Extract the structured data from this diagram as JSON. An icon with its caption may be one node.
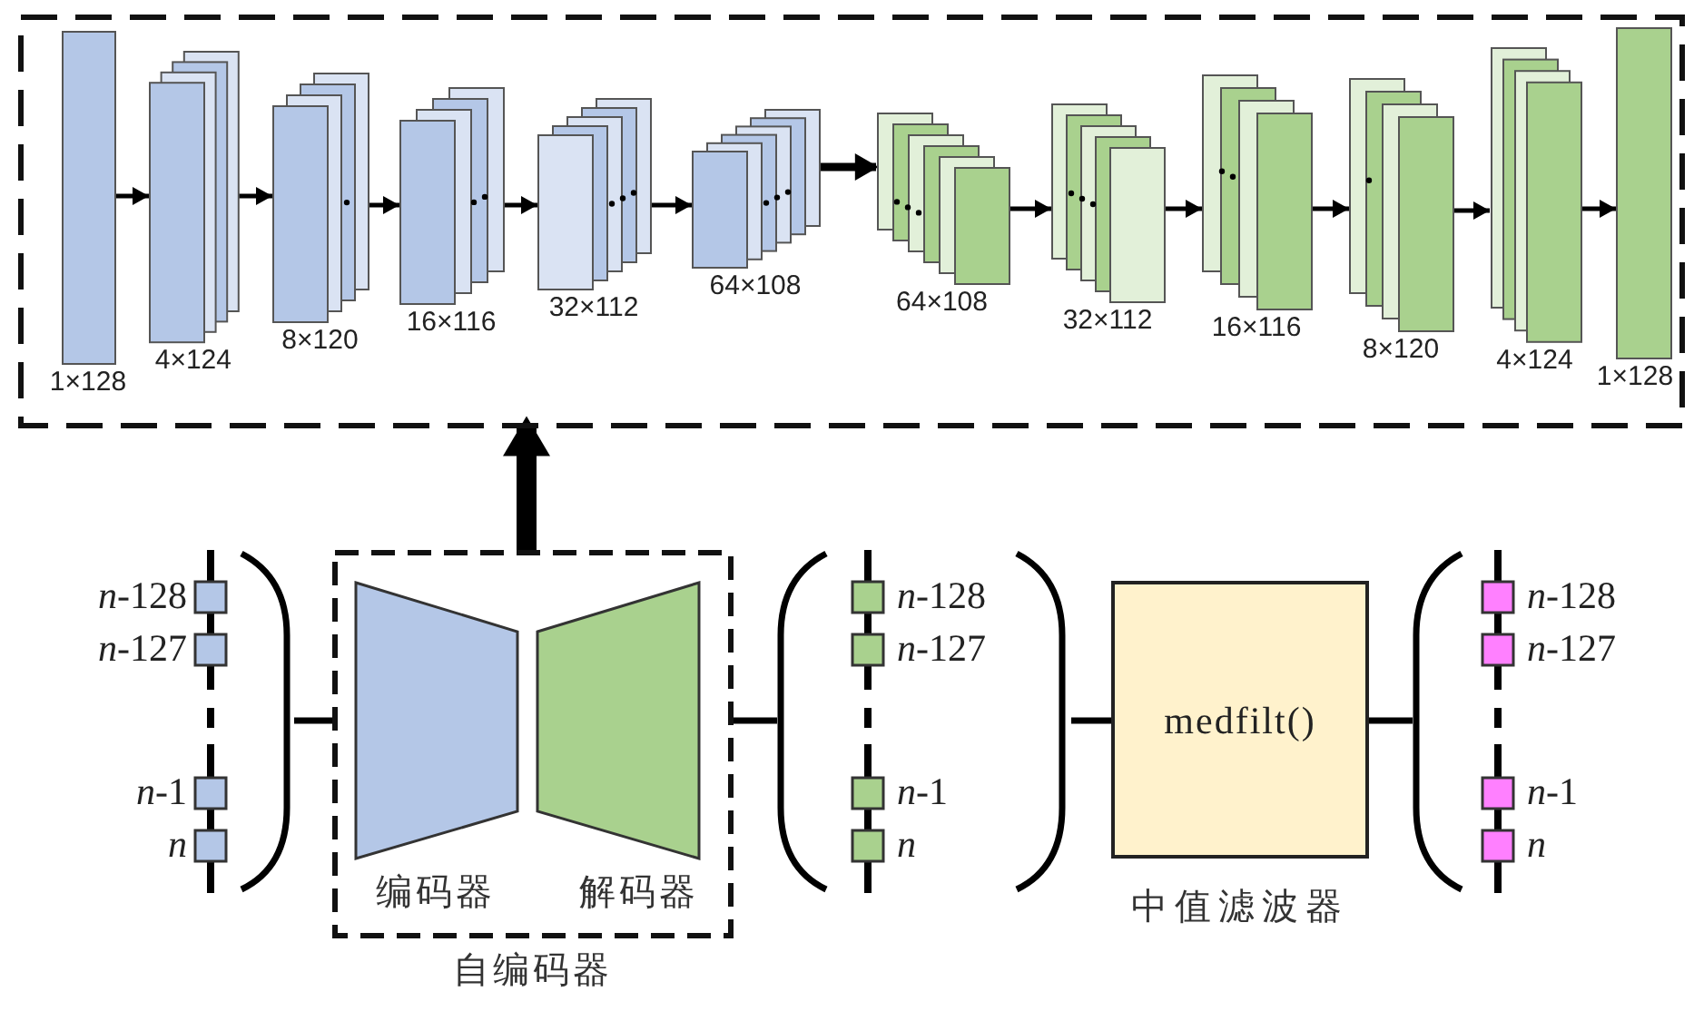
{
  "diagram": {
    "nodes": [
      {
        "text": [],
        "shape": "box"
      },
      {
        "text": [
          "1×128"
        ],
        "in": 0
      },
      {
        "text": [
          "4×124"
        ],
        "in": 0
      },
      {
        "text": [
          "8×120"
        ],
        "in": 0
      },
      {
        "text": [
          "16×116"
        ],
        "in": 0
      },
      {
        "text": [
          "32×112"
        ],
        "in": 0
      },
      {
        "text": [
          "64×108"
        ],
        "in": 0
      },
      {
        "text": [
          "64×108"
        ],
        "in": 0
      },
      {
        "text": [
          "32×112"
        ],
        "in": 0
      },
      {
        "text": [
          "16×116"
        ],
        "in": 0
      },
      {
        "text": [
          "8×120"
        ],
        "in": 0
      },
      {
        "text": [
          "4×124"
        ],
        "in": 0
      },
      {
        "text": [
          "1×128"
        ],
        "in": 0
      },
      {
        "text": [
          "*n*-128",
          "*n*-127",
          "*n*-1",
          "*n*"
        ]
      },
      {
        "text": [
          "自编码器"
        ]
      },
      {
        "text": [
          "编码器"
        ],
        "in": 14
      },
      {
        "text": [
          "解码器"
        ],
        "in": 14
      },
      {
        "text": [
          "*n*-128",
          "*n*-127",
          "*n*-1",
          "*n*"
        ]
      },
      {
        "text": [
          "medfilt()"
        ],
        "beside": [
          "中值滤波器"
        ]
      },
      {
        "text": [
          "*n*-128",
          "*n*-127",
          "*n*-1",
          "*n*"
        ]
      }
    ],
    "edges": [
      {
        "from": 1,
        "to": 2,
        "arrow": "to"
      },
      {
        "from": 2,
        "to": 3,
        "arrow": "to"
      },
      {
        "from": 3,
        "to": 4,
        "arrow": "to"
      },
      {
        "from": 4,
        "to": 5,
        "arrow": "to"
      },
      {
        "from": 5,
        "to": 6,
        "arrow": "to"
      },
      {
        "from": 6,
        "to": 7,
        "arrow": "to",
        "style": "thick"
      },
      {
        "from": 7,
        "to": 8,
        "arrow": "to"
      },
      {
        "from": 8,
        "to": 9,
        "arrow": "to"
      },
      {
        "from": 9,
        "to": 10,
        "arrow": "to"
      },
      {
        "from": 10,
        "to": 11,
        "arrow": "to"
      },
      {
        "from": 11,
        "to": 12,
        "arrow": "to"
      },
      {
        "from": 13,
        "to": 14,
        "arrow": "none"
      },
      {
        "from": 14,
        "to": 17,
        "arrow": "none"
      },
      {
        "from": 17,
        "to": 18,
        "arrow": "none"
      },
      {
        "from": 18,
        "to": 19,
        "arrow": "none"
      },
      {
        "from": 14,
        "to": 0,
        "arrow": "to",
        "style": "thick"
      }
    ]
  }
}
